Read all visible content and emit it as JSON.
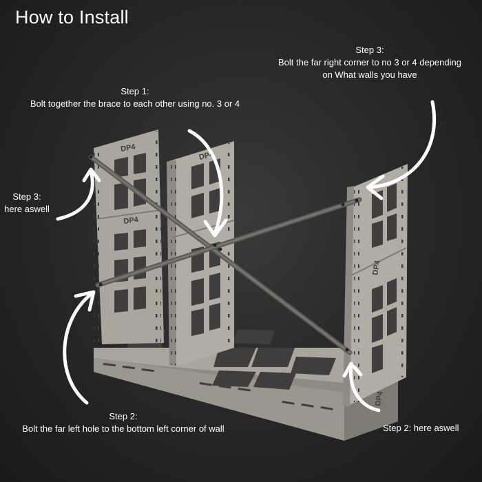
{
  "title": "How to Install",
  "steps": {
    "step1": {
      "heading": "Step 1:",
      "text": "Bolt together the brace to each other using no. 3 or 4"
    },
    "step3_right": {
      "heading": "Step 3:",
      "line1": "Bolt the far right corner to no 3 or 4 depending",
      "line2": "on What walls you have"
    },
    "step3_left": {
      "heading": "Step 3:",
      "text": "here aswell"
    },
    "step2_left": {
      "heading": "Step 2:",
      "text": "Bolt the far left hole to the bottom left corner of wall"
    },
    "step2_right": {
      "text": "Step 2: here aswell"
    }
  },
  "panel_marks": [
    "DP4",
    "DP4",
    "DP4",
    "DP4",
    "DP4"
  ],
  "colors": {
    "background": "#262626",
    "text": "#ffffff",
    "panel": "#a9a69e",
    "panel_shade": "#8e8b84",
    "cutout": "#3f3e3c",
    "brace": "#5a5956",
    "arrow": "#ffffff"
  }
}
